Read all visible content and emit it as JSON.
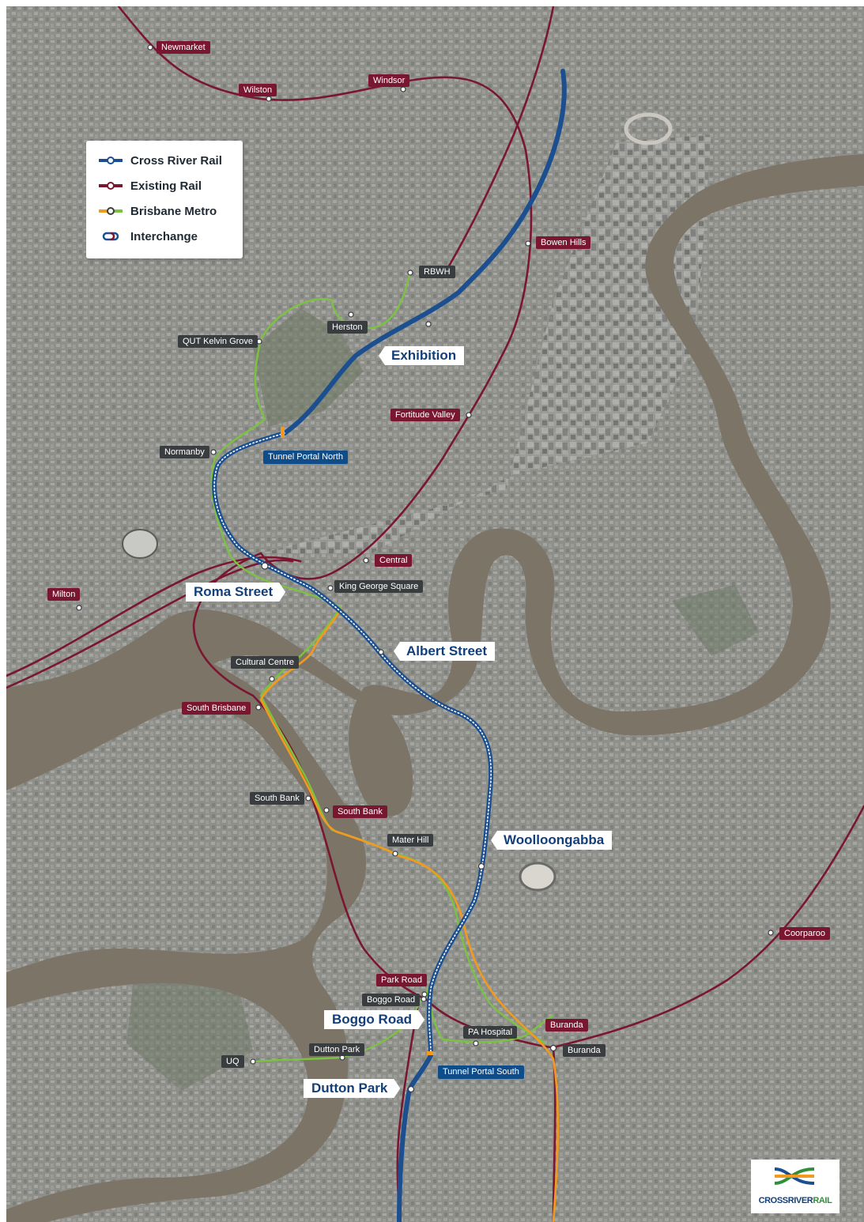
{
  "legend": {
    "items": [
      {
        "label": "Cross River Rail",
        "icon": "cross-river-rail-line-icon",
        "color": "#1b4f8f"
      },
      {
        "label": "Existing Rail",
        "icon": "existing-rail-line-icon",
        "color": "#7a1730"
      },
      {
        "label": "Brisbane Metro",
        "icon": "brisbane-metro-line-icon",
        "colors": [
          "#f39a1e",
          "#7cc242"
        ]
      },
      {
        "label": "Interchange",
        "icon": "interchange-icon",
        "colors": [
          "#1b4f8f",
          "#7a1730"
        ]
      }
    ]
  },
  "stations": {
    "cross_river_rail": [
      "Roma Street",
      "Albert Street",
      "Woolloongabba",
      "Boggo Road",
      "Dutton Park",
      "Exhibition"
    ],
    "existing_rail": [
      "Newmarket",
      "Wilston",
      "Windsor",
      "Bowen Hills",
      "Fortitude Valley",
      "Central",
      "Milton",
      "South Brisbane",
      "South Bank",
      "Park Road",
      "Buranda",
      "Coorparoo"
    ],
    "brisbane_metro": [
      "RBWH",
      "Herston",
      "QUT Kelvin Grove",
      "Normanby",
      "King George Square",
      "Cultural Centre",
      "South Bank",
      "Mater Hill",
      "Boggo Road",
      "PA Hospital",
      "Buranda",
      "Dutton Park",
      "UQ"
    ]
  },
  "portals": [
    "Tunnel Portal North",
    "Tunnel Portal South"
  ],
  "logo": {
    "brand_main": "CROSSRIVER",
    "brand_suffix": "RAIL"
  },
  "colors": {
    "cross_river_rail": "#1b4f8f",
    "existing_rail": "#7a1730",
    "metro_orange": "#f39a1e",
    "metro_green": "#7cc242",
    "river": "#7d7468",
    "land": "#8c8c88"
  }
}
